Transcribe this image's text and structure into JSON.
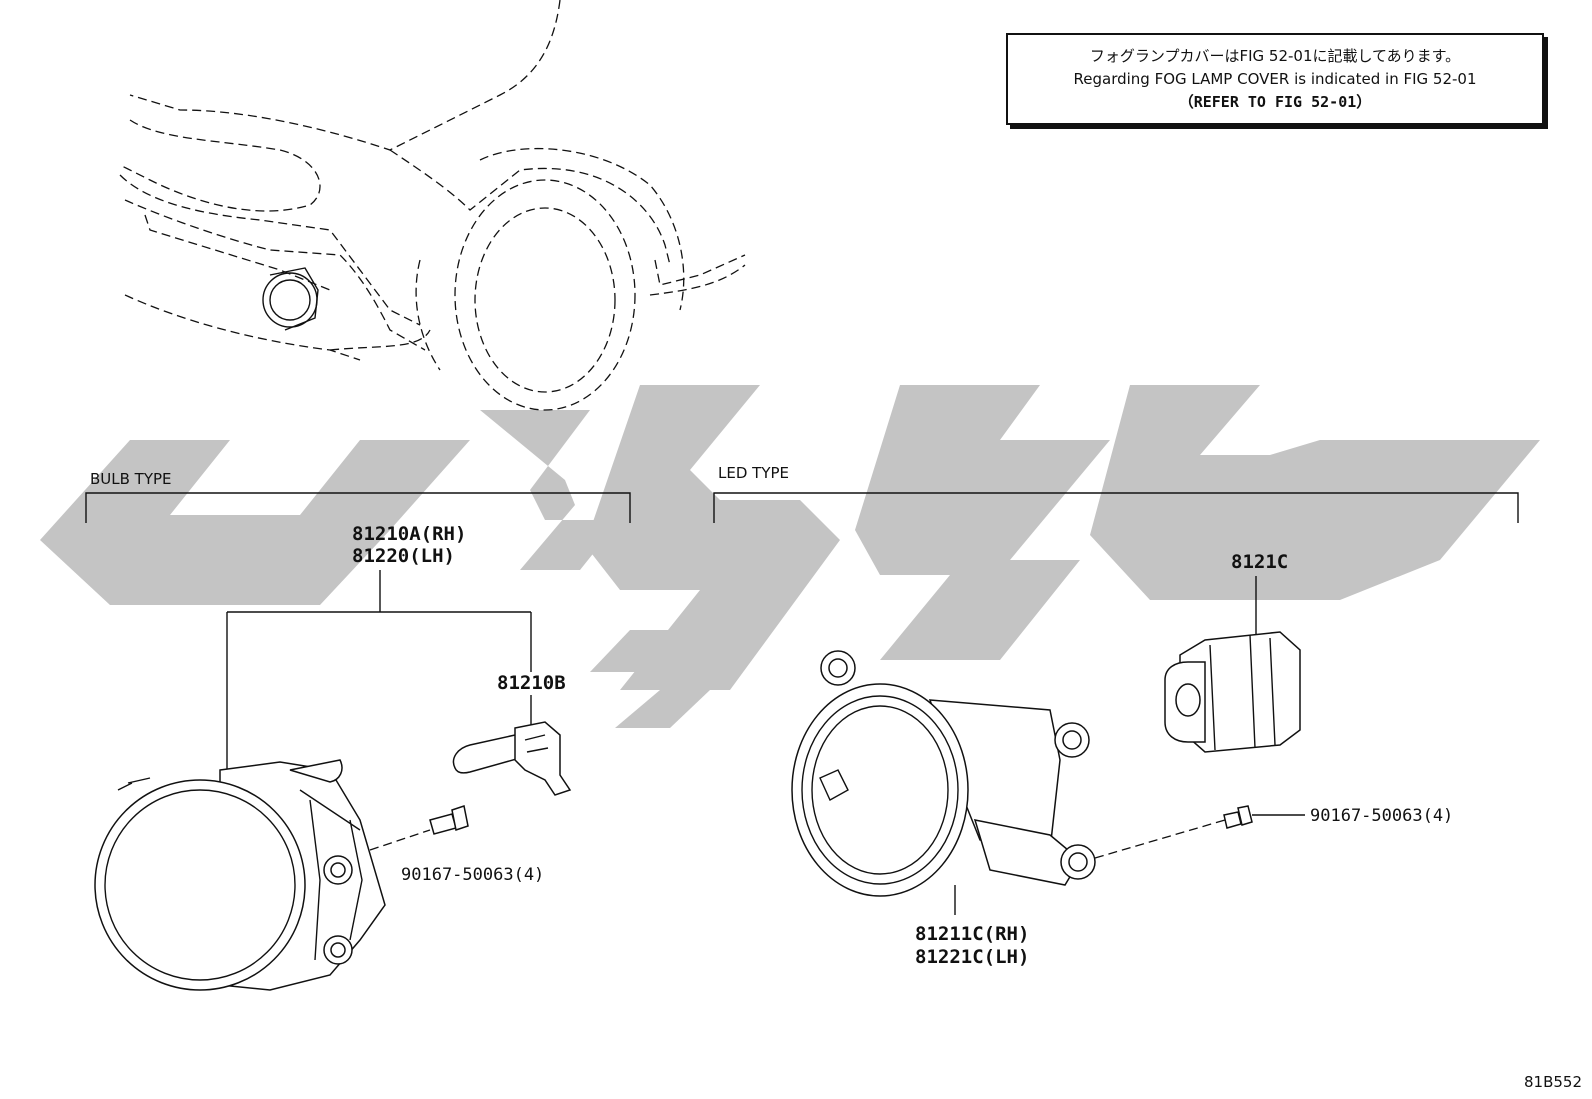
{
  "note": {
    "line_ja": "フォグランプカバーはFIG 52-01に記載してあります。",
    "line_en": "Regarding FOG LAMP COVER is indicated in FIG 52-01",
    "line_ref": "（REFER TO FIG 52-01）"
  },
  "groups": {
    "bulb": "BULB TYPE",
    "led": "LED TYPE"
  },
  "parts": {
    "bulb_lamp_rh": "81210A(RH)",
    "bulb_lamp_lh": "81220(LH)",
    "bulb": "81210B",
    "bulb_screw": "90167-50063(4)",
    "led_module": "8121C",
    "led_screw": "90167-50063(4)",
    "led_lamp_rh": "81211C(RH)",
    "led_lamp_lh": "81221C(LH)"
  },
  "figure_code": "81B552",
  "colors": {
    "line": "#111111",
    "watermark": "#c4c4c4"
  }
}
